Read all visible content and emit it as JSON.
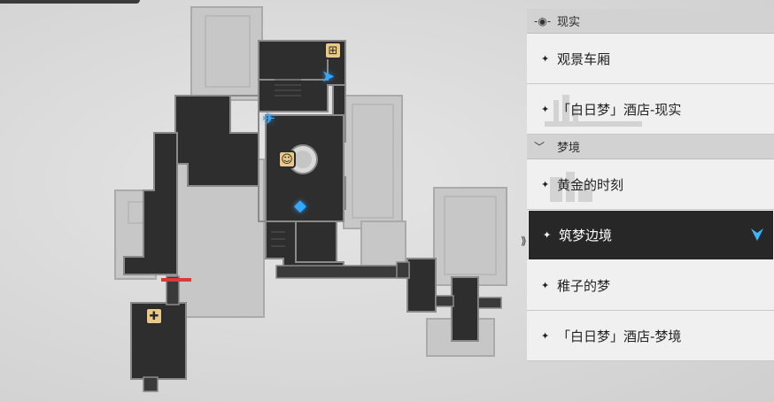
{
  "sections": [
    {
      "header": "现实",
      "icon": "eye-icon",
      "items": [
        {
          "label": "观景车厢",
          "selected": false
        },
        {
          "label": "「白日梦」酒店-现实",
          "selected": false
        }
      ]
    },
    {
      "header": "梦境",
      "icon": "dream-wing-icon",
      "items": [
        {
          "label": "黄金的时刻",
          "selected": false
        },
        {
          "label": "筑梦边境",
          "selected": true
        },
        {
          "label": "稚子的梦",
          "selected": false
        },
        {
          "label": "「白日梦」酒店-梦境",
          "selected": false
        }
      ]
    }
  ],
  "colors": {
    "selected_bg": "#272727",
    "accent_cyan": "#3ab7ff",
    "map_icon_gold": "#e9c987",
    "door_red": "#d93a3a"
  },
  "map_icons": [
    "puzzle-icon",
    "teleport-waypoint-icon",
    "space-anchor-icon",
    "pom-pom-npc-icon",
    "player-arrow-icon",
    "locked-door-marker"
  ]
}
